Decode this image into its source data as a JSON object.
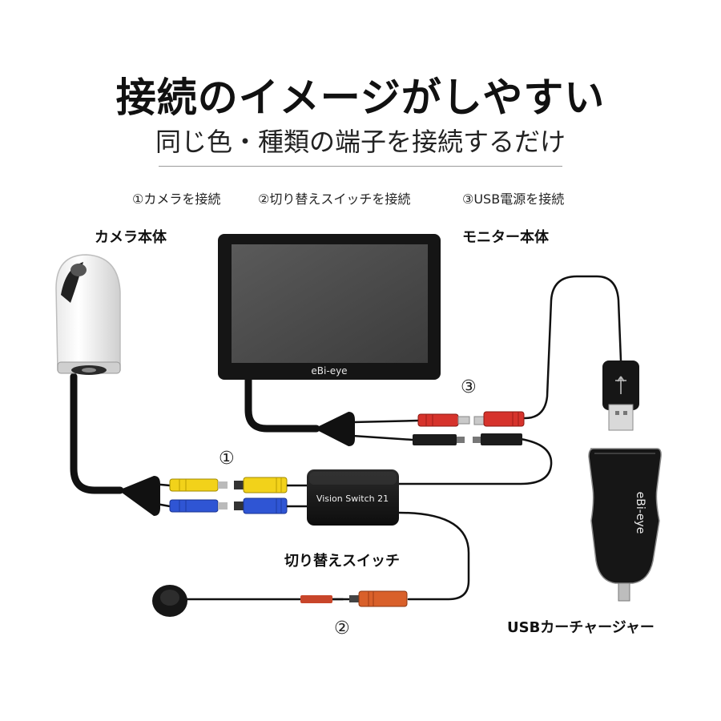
{
  "title": "接続のイメージがしやすい",
  "subtitle": "同じ色・種類の端子を接続するだけ",
  "steps": [
    "①カメラを接続",
    "②切り替えスイッチを接続",
    "③USB電源を接続"
  ],
  "labels": {
    "camera": "カメラ本体",
    "monitor": "モニター本体",
    "switch": "切り替えスイッチ",
    "usb_charger": "USBカーチャージャー"
  },
  "markers": [
    "①",
    "②",
    "③"
  ],
  "device_text": {
    "monitor_brand": "eBi-eye",
    "switch_box": "Vision Switch 21",
    "charger_brand": "eBi-eye"
  },
  "colors": {
    "video_plug": "#f2d21a",
    "power_plug": "#2f55d4",
    "usb_power_plug": "#d6332c",
    "button_plug": "#d9602a",
    "cable": "#111111"
  }
}
